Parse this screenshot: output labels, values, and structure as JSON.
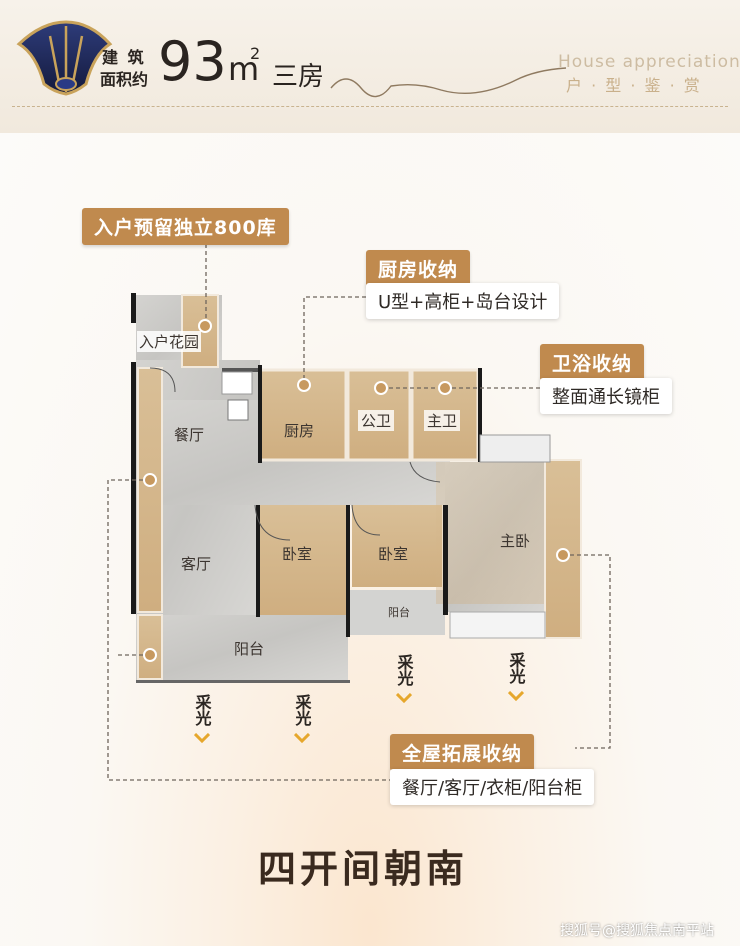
{
  "header": {
    "area_label_top": "建 筑",
    "area_label_bottom": "面积约",
    "area_number": "93",
    "area_unit": "m",
    "area_sup": "2",
    "layout": "三房",
    "en_title": "House appreciation",
    "cn_title": "户 · 型 · 鉴 · 赏"
  },
  "rooms": {
    "entry_garden": "入户花园",
    "dining": "餐厅",
    "kitchen": "厨房",
    "public_bath": "公卫",
    "master_bath": "主卫",
    "living": "客厅",
    "bedroom_1": "卧室",
    "bedroom_2": "卧室",
    "master_bedroom": "主卧",
    "balcony_main": "阳台",
    "balcony_small": "阳台"
  },
  "callouts": {
    "storage": "入户预留独立800库",
    "kitchen_title": "厨房收纳",
    "kitchen_desc": "U型+高柜+岛台设计",
    "bath_title": "卫浴收纳",
    "bath_desc": "整面通长镜柜",
    "whole_title": "全屋拓展收纳",
    "whole_desc": "餐厅/客厅/衣柜/阳台柜"
  },
  "lighting": {
    "label": "采光"
  },
  "slogan": "四开间朝南",
  "watermark": "搜狐号@搜狐焦点南平站",
  "colors": {
    "accent": "#c08a4e",
    "wood": "#d8b98b",
    "marble": "#cfcfcd"
  }
}
